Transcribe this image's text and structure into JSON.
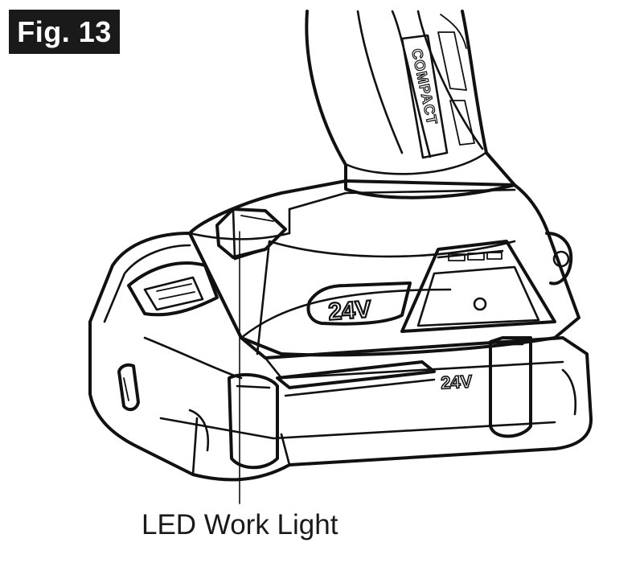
{
  "figure": {
    "label": "Fig. 13"
  },
  "illustration": {
    "handle_text": "COMPACT",
    "tool_voltage": "24V",
    "battery_voltage": "24V"
  },
  "callouts": [
    {
      "label": "LED Work Light"
    }
  ],
  "colors": {
    "ink": "#111111",
    "background": "#ffffff",
    "badge": "#1a1a1a"
  }
}
